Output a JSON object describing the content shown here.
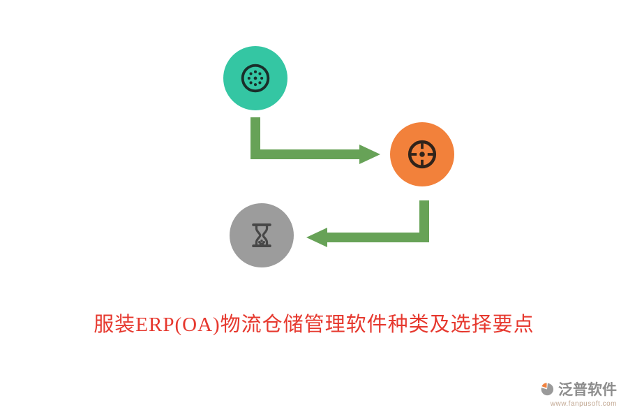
{
  "title": {
    "text": "服装ERP(OA)物流仓储管理软件种类及选择要点",
    "color": "#e6382e"
  },
  "diagram": {
    "nodes": [
      {
        "id": "kiwi",
        "icon": "kiwi-fruit-icon",
        "shape": "circle",
        "color": "#34c6a3",
        "position": "top-left"
      },
      {
        "id": "target",
        "icon": "target-dial-icon",
        "shape": "circle",
        "color": "#f2813b",
        "position": "middle-right"
      },
      {
        "id": "hourglass",
        "icon": "hourglass-icon",
        "shape": "circle",
        "color": "#9c9c9c",
        "position": "bottom-left"
      }
    ],
    "arrows": [
      {
        "from": "kiwi",
        "to": "target",
        "path": "down-then-right",
        "color": "#67a257"
      },
      {
        "from": "target",
        "to": "hourglass",
        "path": "down-then-left",
        "color": "#67a257"
      }
    ]
  },
  "footer": {
    "brand": "泛普软件",
    "website": "www.fanpusoft.com",
    "logo_icon": "pie-logo-icon"
  }
}
